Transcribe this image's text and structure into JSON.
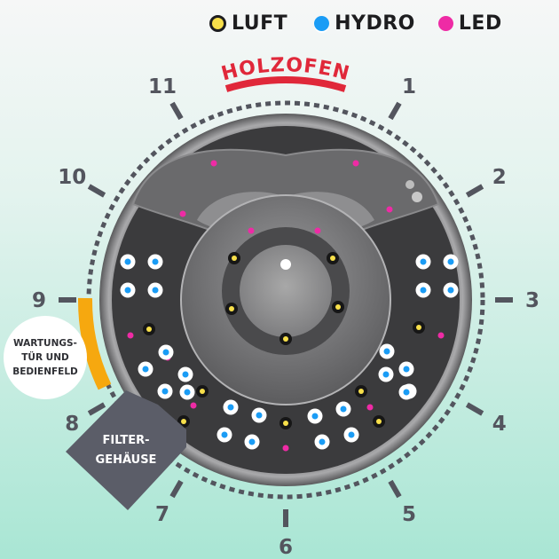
{
  "legend": [
    {
      "label": "LUFT",
      "icon": "air-jet-dot",
      "color": "#f7df4a"
    },
    {
      "label": "HYDRO",
      "icon": "hydro-jet-dot",
      "color": "#1a9cf5"
    },
    {
      "label": "LED",
      "icon": "led-dot",
      "color": "#ee2ba5"
    }
  ],
  "top_label": "HOLZOFEN",
  "clock_numbers": [
    "1",
    "2",
    "3",
    "4",
    "5",
    "6",
    "7",
    "8",
    "9",
    "10",
    "11"
  ],
  "callout_service": {
    "line1": "WARTUNGS-",
    "line2": "TÜR UND",
    "line3": "BEDIENFELD"
  },
  "filter_housing": {
    "line1": "FILTER-",
    "line2": "GEHÄUSE"
  },
  "colors": {
    "accent_red": "#e0283a",
    "accent_orange": "#f6a80f",
    "tick_gray": "#53555e",
    "tub_dark": "#3a3a3c",
    "filter_box": "#5b5d68"
  }
}
